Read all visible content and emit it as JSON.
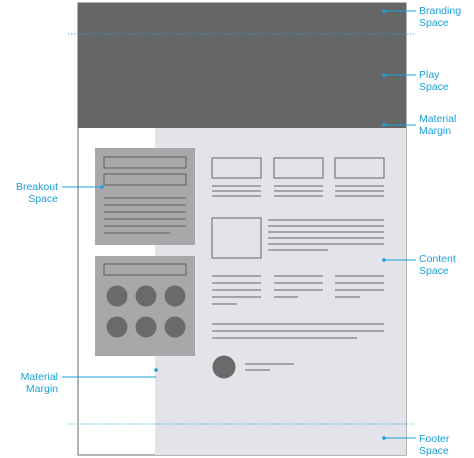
{
  "labels": {
    "branding": {
      "line1": "Branding",
      "line2": "Space"
    },
    "play": {
      "line1": "Play",
      "line2": "Space"
    },
    "material_margin_right": {
      "line1": "Material",
      "line2": "Margin"
    },
    "breakout": {
      "line1": "Breakout",
      "line2": "Space"
    },
    "content": {
      "line1": "Content",
      "line2": "Space"
    },
    "material_margin_left": {
      "line1": "Material",
      "line2": "Margin"
    },
    "footer": {
      "line1": "Footer",
      "line2": "Space"
    }
  },
  "colors": {
    "accent": "#1aa0d8",
    "header_dark": "#666666",
    "content_bg": "#e3e3ea",
    "card_bg": "#a8a8aa",
    "wire_stroke": "#666666"
  }
}
